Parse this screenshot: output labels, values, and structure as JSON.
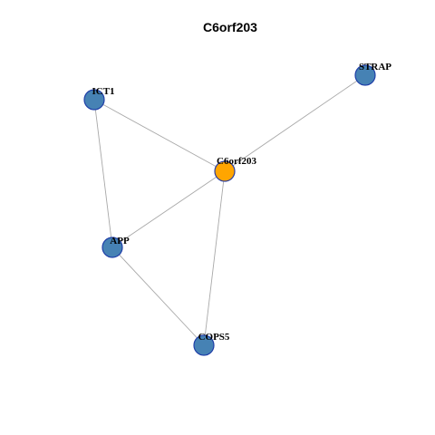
{
  "title": "C6orf203",
  "colors": {
    "center_fill": "#FFA500",
    "center_stroke": "#2B3FA0",
    "node_fill": "#4682B4",
    "node_stroke": "#1F3FA8",
    "edge": "#A8A8A8"
  },
  "nodes": [
    {
      "id": "C6orf203",
      "label": "C6orf203",
      "role": "center"
    },
    {
      "id": "STRAP",
      "label": "STRAP",
      "role": "neighbor"
    },
    {
      "id": "ICT1",
      "label": "ICT1",
      "role": "neighbor"
    },
    {
      "id": "APP",
      "label": "APP",
      "role": "neighbor"
    },
    {
      "id": "COPS5",
      "label": "COPS5",
      "role": "neighbor"
    }
  ],
  "edges": [
    {
      "source": "C6orf203",
      "target": "STRAP"
    },
    {
      "source": "C6orf203",
      "target": "ICT1"
    },
    {
      "source": "C6orf203",
      "target": "APP"
    },
    {
      "source": "C6orf203",
      "target": "COPS5"
    },
    {
      "source": "ICT1",
      "target": "APP"
    },
    {
      "source": "APP",
      "target": "COPS5"
    }
  ]
}
